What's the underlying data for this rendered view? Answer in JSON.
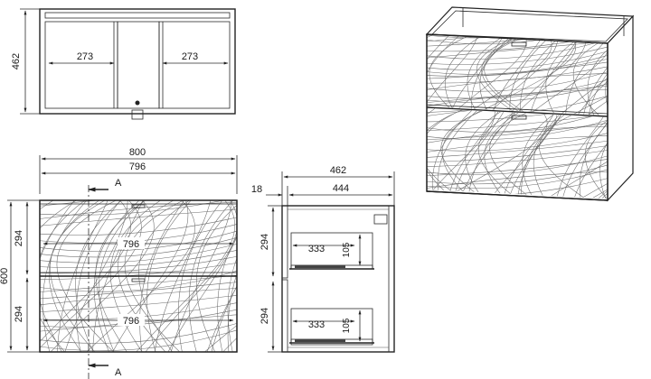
{
  "top_view": {
    "depth": "462",
    "left_inner": "273",
    "right_inner": "273"
  },
  "front_view": {
    "overall_width": "800",
    "inner_width": "796",
    "drawer_width_upper": "796",
    "drawer_width_lower": "796",
    "height_total": "600",
    "drawer_height_upper": "294",
    "drawer_height_lower": "294",
    "section_mark_top": "A",
    "section_mark_bottom": "A"
  },
  "side_section": {
    "total_depth": "462",
    "front_thickness": "18",
    "inner_depth": "444",
    "drawer_height_upper": "294",
    "drawer_height_lower": "294",
    "box_depth_upper": "333",
    "box_height_upper": "105",
    "box_depth_lower": "333",
    "box_height_lower": "105"
  },
  "colors": {
    "line": "#222222",
    "pattern": "#6a6a6a",
    "background": "#ffffff"
  }
}
